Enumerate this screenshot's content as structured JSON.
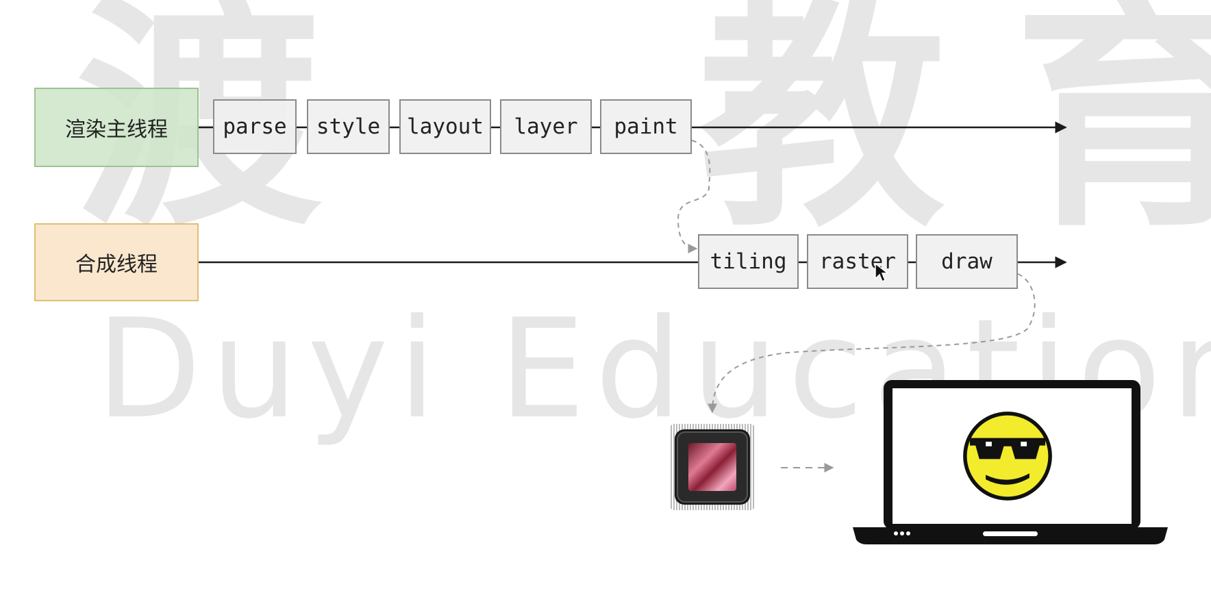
{
  "watermark": {
    "chinese": [
      "渡",
      "教",
      "育"
    ],
    "english": "Duyi Education"
  },
  "threads": {
    "main": {
      "label": "渲染主线程",
      "stages": [
        "parse",
        "style",
        "layout",
        "layer",
        "paint"
      ]
    },
    "compositor": {
      "label": "合成线程",
      "stages": [
        "tiling",
        "raster",
        "draw"
      ]
    }
  },
  "icons": {
    "gpu": "gpu-chip-icon",
    "display": "laptop-icon",
    "emoji": "sunglasses-smiley-icon",
    "pointer": "mouse-cursor-icon"
  },
  "colors": {
    "main_thread_fill": "#cce5c7",
    "compositor_thread_fill": "#fae4c9",
    "stage_fill": "#f0f0f0",
    "arrow": "#1a1a1a",
    "dashed_arrow": "#999999",
    "emoji_yellow": "#f2ec2c",
    "watermark": "#e6e6e6"
  }
}
